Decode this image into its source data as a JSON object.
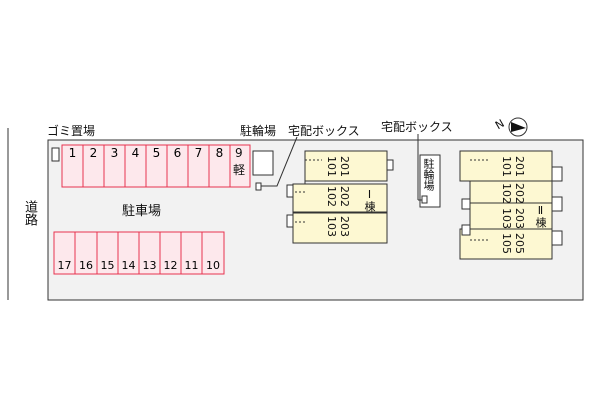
{
  "road_label": "道路",
  "garbage_label": "ゴミ置場",
  "bike_parking_label": "駐輪場",
  "delivery_box_label_1": "宅配ボックス",
  "delivery_box_label_2": "宅配ボックス",
  "bike_parking_small_label": "駐輪場",
  "parking_label": "駐車場",
  "upper_spaces": [
    "1",
    "2",
    "3",
    "4",
    "5",
    "6",
    "7",
    "8"
  ],
  "kei_space": {
    "number": "9",
    "type": "軽"
  },
  "lower_spaces": [
    "17",
    "16",
    "15",
    "14",
    "13",
    "12",
    "11",
    "10"
  ],
  "building_1": {
    "name": "Ⅰ棟",
    "rooms_col1": [
      "201",
      "202",
      "203"
    ],
    "rooms_col2": [
      "101",
      "102",
      "103"
    ]
  },
  "building_2": {
    "name": "Ⅱ棟",
    "rooms_col1": [
      "201",
      "202",
      "203",
      "205"
    ],
    "rooms_col2": [
      "101",
      "102",
      "103",
      "105"
    ]
  },
  "north_label": "N",
  "colors": {
    "lot": "#f2f2f2",
    "parking_fill": "#fde8ec",
    "parking_line": "#e8334f",
    "building": "#fdf8d2",
    "line": "#333333"
  }
}
